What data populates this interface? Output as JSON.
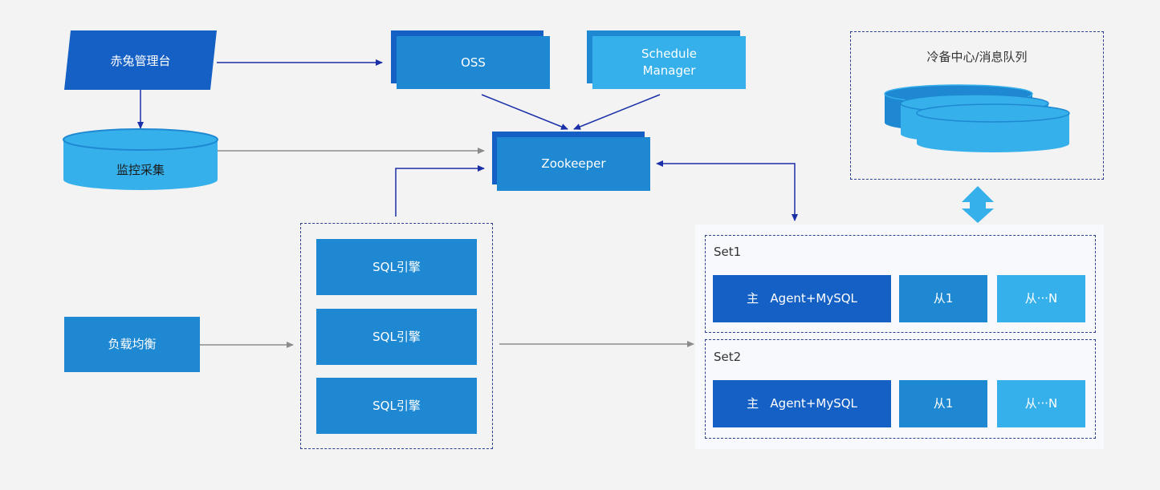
{
  "nodes": {
    "admin_console": "赤兔管理台",
    "monitor": "监控采集",
    "oss": "OSS",
    "schedule_manager": [
      "Schedule",
      "Manager"
    ],
    "zookeeper": "Zookeeper",
    "cold_backup": "冷备中心/消息队列",
    "load_balancer": "负载均衡",
    "sql_engines": [
      "SQL引擎",
      "SQL引擎",
      "SQL引擎"
    ]
  },
  "sets": [
    {
      "title": "Set1",
      "master": "主   Agent+MySQL",
      "slave1": "从1",
      "slaveN": "从···N"
    },
    {
      "title": "Set2",
      "master": "主   Agent+MySQL",
      "slave1": "从1",
      "slaveN": "从···N"
    }
  ],
  "colors": {
    "dark": "#1560c4",
    "mid": "#1e88d2",
    "light": "#36b0ea",
    "arrow_blue": "#1a2fa8",
    "arrow_gray": "#8c8c8c"
  }
}
